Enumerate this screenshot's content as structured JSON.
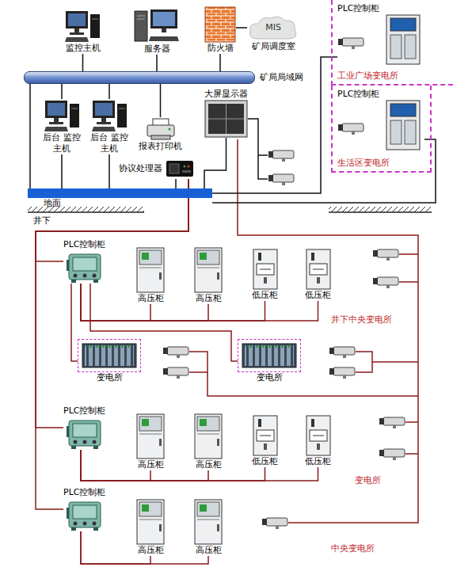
{
  "diagram": {
    "nodes": [
      {
        "text": [
          "监控主机"
        ]
      },
      {
        "text": [
          "服务器"
        ]
      },
      {
        "text": [
          "防火墙"
        ]
      },
      {
        "text": [
          "MIS",
          "矿局调度室"
        ]
      },
      {
        "text": [
          "矿局局域网"
        ]
      },
      {
        "text": [
          "后台 监控主机"
        ]
      },
      {
        "text": [
          "后台 监控主机"
        ]
      },
      {
        "text": [
          "报表打印机"
        ]
      },
      {
        "text": [
          "大屏显示器"
        ]
      },
      {
        "text": [
          "协议处理器"
        ]
      },
      {
        "text": [
          "地面"
        ]
      },
      {
        "text": [
          "工业广场变电所"
        ]
      },
      {
        "text": [
          "PLC控制柜"
        ],
        "in": 11
      },
      {
        "text": [
          "生活区变电所"
        ]
      },
      {
        "text": [
          "PLC控制柜"
        ],
        "in": 13
      },
      {
        "text": [
          "PLC控制柜"
        ]
      },
      {
        "text": [
          "高压柜"
        ]
      },
      {
        "text": [
          "高压柜"
        ]
      },
      {
        "text": [
          "低压柜"
        ]
      },
      {
        "text": [
          "低压柜"
        ]
      },
      {
        "text": [
          "变电所"
        ]
      },
      {
        "text": [
          "变电所"
        ]
      },
      {
        "text": [
          "PLC控制柜"
        ]
      },
      {
        "text": [
          "高压柜"
        ]
      },
      {
        "text": [
          "高压柜"
        ]
      },
      {
        "text": [
          "低压柜"
        ]
      },
      {
        "text": [
          "低压柜"
        ]
      },
      {
        "text": [
          "PLC控制柜"
        ]
      },
      {
        "text": [
          "高压柜"
        ]
      },
      {
        "text": [
          "高压柜"
        ]
      }
    ],
    "edges": [
      {
        "from": 0,
        "to": 4,
        "arrow": "none"
      },
      {
        "from": 1,
        "to": 4,
        "arrow": "none"
      },
      {
        "from": 2,
        "to": 4,
        "arrow": "none"
      },
      {
        "from": 2,
        "to": 3,
        "arrow": "none"
      },
      {
        "from": 5,
        "to": 4,
        "arrow": "none"
      },
      {
        "from": 6,
        "to": 4,
        "arrow": "none"
      },
      {
        "from": 7,
        "to": 4,
        "arrow": "none"
      },
      {
        "from": 4,
        "to": 10,
        "arrow": "none"
      },
      {
        "from": 5,
        "to": 10,
        "arrow": "none"
      },
      {
        "from": 6,
        "to": 10,
        "arrow": "none"
      },
      {
        "from": 9,
        "to": 10,
        "arrow": "none"
      },
      {
        "from": 8,
        "to": 10,
        "arrow": "none"
      },
      {
        "from": 12,
        "to": 10,
        "arrow": "none"
      },
      {
        "from": 14,
        "to": 10,
        "arrow": "none"
      },
      {
        "from": 9,
        "to": 15,
        "arrow": "none"
      },
      {
        "from": 9,
        "to": 22,
        "arrow": "none"
      },
      {
        "from": 9,
        "to": 27,
        "arrow": "none"
      },
      {
        "from": 15,
        "to": 16,
        "arrow": "none"
      },
      {
        "from": 15,
        "to": 17,
        "arrow": "none"
      },
      {
        "from": 15,
        "to": 18,
        "arrow": "none"
      },
      {
        "from": 15,
        "to": 19,
        "arrow": "none"
      },
      {
        "from": 15,
        "to": 20,
        "arrow": "none"
      },
      {
        "from": 15,
        "to": 21,
        "arrow": "none"
      },
      {
        "from": 22,
        "to": 23,
        "arrow": "none"
      },
      {
        "from": 22,
        "to": 24,
        "arrow": "none"
      },
      {
        "from": 22,
        "to": 25,
        "arrow": "none"
      },
      {
        "from": 22,
        "to": 26,
        "arrow": "none"
      },
      {
        "from": 27,
        "to": 28,
        "arrow": "none"
      },
      {
        "from": 27,
        "to": 29,
        "arrow": "none"
      }
    ],
    "labels": [
      "井下",
      "井下中央变电所",
      "变电所",
      "中央变电所"
    ]
  }
}
